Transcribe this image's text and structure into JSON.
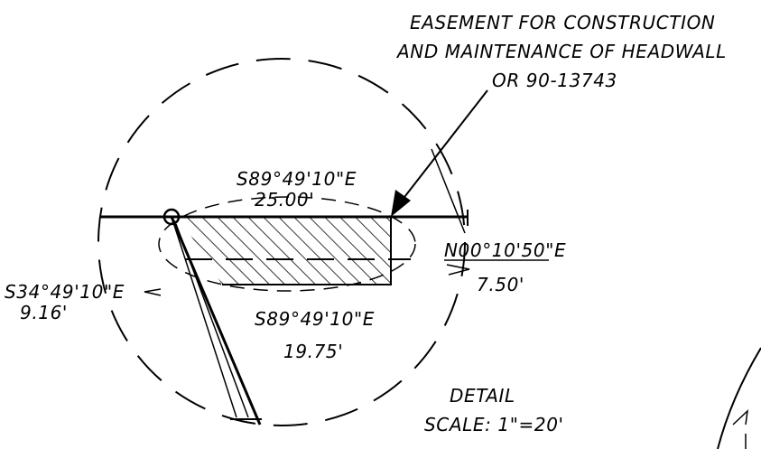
{
  "easement_note": {
    "line1": "EASEMENT FOR CONSTRUCTION",
    "line2": "AND MAINTENANCE OF HEADWALL",
    "line3": "OR 90-13743"
  },
  "calls": {
    "north_line": {
      "bearing": "S89°49'10\"E",
      "distance": "25.00'"
    },
    "east_line": {
      "bearing": "N00°10'50\"E",
      "distance": "7.50'"
    },
    "south_line": {
      "bearing": "S89°49'10\"E",
      "distance": "19.75'"
    },
    "west_line": {
      "bearing": "S34°49'10\"E",
      "distance": "9.16'"
    }
  },
  "detail": {
    "title": "DETAIL",
    "scale": "SCALE: 1\"=20'"
  },
  "colors": {
    "ink": "#000000",
    "paper": "#ffffff"
  }
}
